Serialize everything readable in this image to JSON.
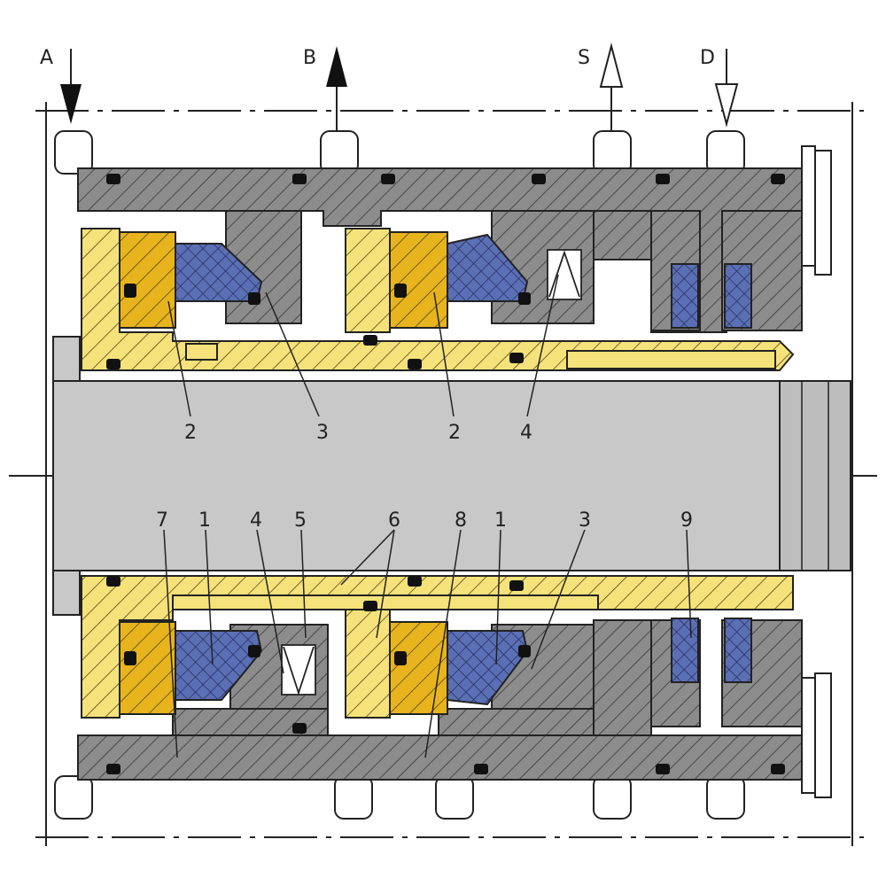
{
  "ports": {
    "a": "A",
    "b": "B",
    "s": "S",
    "d": "D"
  },
  "callouts_top": [
    "2",
    "3",
    "2",
    "4"
  ],
  "callouts_bottom": [
    "7",
    "1",
    "4",
    "5",
    "6",
    "8",
    "1",
    "3",
    "9"
  ],
  "colors": {
    "housing": "#8c8c8c",
    "sleeve": "#f6e27a",
    "seal_face": "#e8b41e",
    "insert": "#5b6fb5",
    "shaft": "#c8c8c8",
    "outline": "#1a1a1a"
  }
}
